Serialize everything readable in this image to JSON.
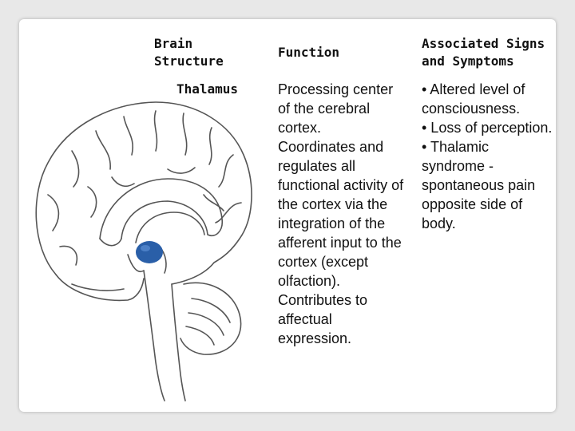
{
  "table": {
    "headers": {
      "structure": "Brain\nStructure",
      "function": "Function",
      "signs": "Associated Signs\nand Symptoms"
    },
    "rows": [
      {
        "structure": "Thalamus",
        "function": "Processing center\nof the cerebral\ncortex.\n Coordinates and\nregulates all\nfunctional activity of\nthe cortex via the\nintegration of the\nafferent input to the\ncortex (except\nolfaction).\nContributes to\naffectual\nexpression.",
        "signs": "• Altered level of\nconsciousness.\n• Loss of perception.\n• Thalamic\nsyndrome -\nspontaneous pain\nopposite side of\nbody."
      }
    ]
  },
  "colors": {
    "background": "#e8e8e8",
    "slide": "#ffffff",
    "thalamus_highlight": "#2a5fa8",
    "drawing_stroke": "#555555"
  }
}
